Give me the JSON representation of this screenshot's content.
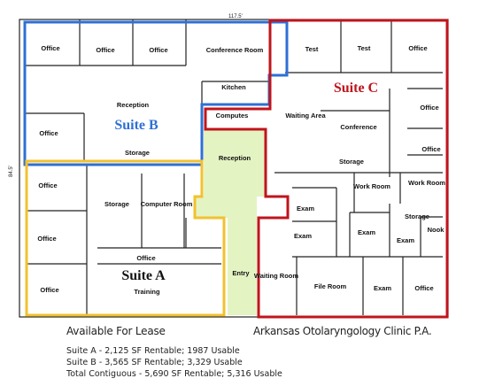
{
  "dimensions": {
    "width_label": "117.5'",
    "depth_label": "84.5'"
  },
  "suites": {
    "suite_a": {
      "label": "Suite A",
      "color": "#f2c12e"
    },
    "suite_b": {
      "label": "Suite B",
      "color": "#2e6fd6"
    },
    "suite_c": {
      "label": "Suite C",
      "color": "#c0141c"
    },
    "common": {
      "color": "#e4f3c2"
    }
  },
  "rooms": {
    "b_office_1": "Office",
    "b_office_2": "Office",
    "b_office_3": "Office",
    "b_conference": "Conference Room",
    "b_reception": "Reception",
    "b_kitchen": "Kitchen",
    "b_office_4": "Office",
    "b_storage": "Storage",
    "computes": "Computes",
    "c_test_1": "Test",
    "c_test_2": "Test",
    "c_office_1": "Office",
    "c_waiting": "Waiting Area",
    "c_conference": "Conference",
    "c_office_2": "Office",
    "c_office_3": "Office",
    "c_storage_1": "Storage",
    "c_work_room_1": "Work Room",
    "c_work_room_2": "Work Room",
    "c_exam_1": "Exam",
    "c_exam_2": "Exam",
    "c_exam_3": "Exam",
    "c_exam_4": "Exam",
    "c_storage_2": "Storage",
    "c_nook": "Nook",
    "c_waiting_room": "Waiting Room",
    "c_file_room": "File Room",
    "c_office_4": "Office",
    "reception": "Reception",
    "entry": "Entry",
    "a_office_1": "Office",
    "a_storage": "Storage",
    "a_computer_room": "Computer Room",
    "a_office_2": "Office",
    "a_office_3": "Office",
    "a_office_4": "Office",
    "a_training": "Training"
  },
  "captions": {
    "available": "Available For Lease",
    "clinic": "Arkansas Otolaryngology Clinic P.A."
  },
  "stats": {
    "suite_a": "Suite A - 2,125 SF Rentable; 1987 Usable",
    "suite_b": "Suite B - 3,565 SF Rentable; 3,329 Usable",
    "total": "Total Contiguous - 5,690 SF Rentable; 5,316 Usable"
  }
}
